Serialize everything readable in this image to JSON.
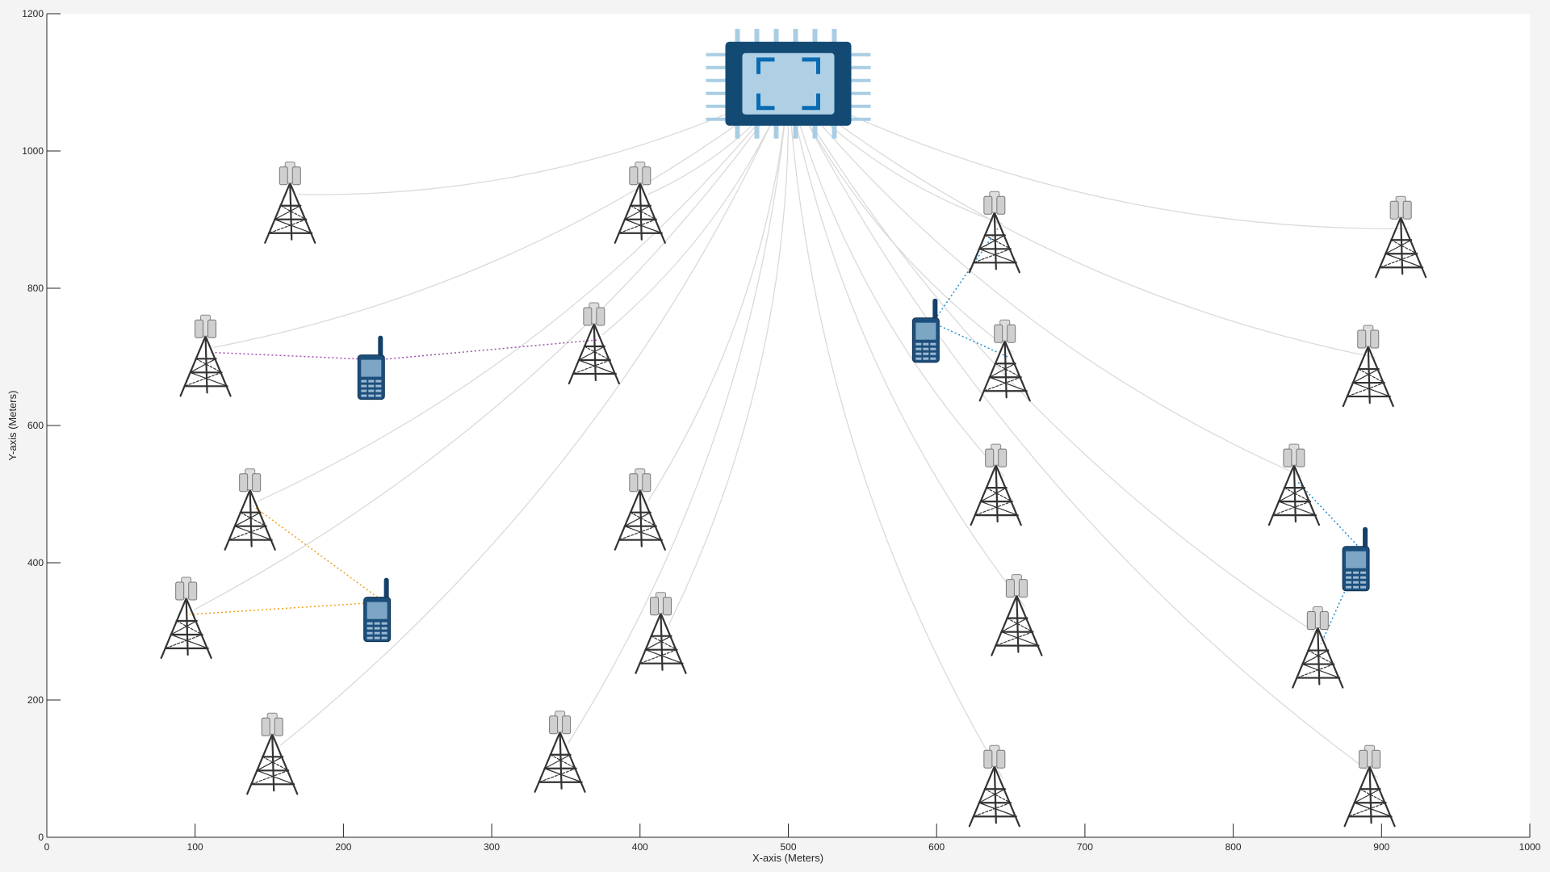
{
  "chart_data": {
    "type": "scatter",
    "title": "",
    "xlabel": "X-axis (Meters)",
    "ylabel": "Y-axis (Meters)",
    "xlim": [
      0,
      1000
    ],
    "ylim": [
      0,
      1200
    ],
    "xticks": [
      "0",
      "100",
      "200",
      "300",
      "400",
      "500",
      "600",
      "700",
      "800",
      "900",
      "1000"
    ],
    "yticks": [
      "0",
      "200",
      "400",
      "600",
      "800",
      "1000",
      "1200"
    ],
    "grid": false,
    "central_unit": {
      "name": "processor-chip",
      "x": 500,
      "y": 1098
    },
    "towers": [
      {
        "x": 164,
        "y": 925
      },
      {
        "x": 400,
        "y": 925
      },
      {
        "x": 639,
        "y": 882
      },
      {
        "x": 913,
        "y": 875
      },
      {
        "x": 107,
        "y": 702
      },
      {
        "x": 369,
        "y": 720
      },
      {
        "x": 646,
        "y": 695
      },
      {
        "x": 891,
        "y": 687
      },
      {
        "x": 137,
        "y": 478
      },
      {
        "x": 400,
        "y": 478
      },
      {
        "x": 640,
        "y": 514
      },
      {
        "x": 841,
        "y": 514
      },
      {
        "x": 94,
        "y": 320
      },
      {
        "x": 414,
        "y": 298
      },
      {
        "x": 654,
        "y": 324
      },
      {
        "x": 857,
        "y": 277
      },
      {
        "x": 152,
        "y": 122
      },
      {
        "x": 346,
        "y": 125
      },
      {
        "x": 639,
        "y": 75
      },
      {
        "x": 892,
        "y": 75
      }
    ],
    "phones": [
      {
        "x": 219,
        "y": 684,
        "links": [
          4,
          5
        ],
        "color": "#a04fb0"
      },
      {
        "x": 223,
        "y": 331,
        "links": [
          8,
          12
        ],
        "color": "#f0a020"
      },
      {
        "x": 593,
        "y": 738,
        "links": [
          2,
          6
        ],
        "color": "#1f8fd0"
      },
      {
        "x": 883,
        "y": 405,
        "links": [
          11,
          15
        ],
        "color": "#1f8fd0"
      }
    ],
    "backhaul_color": "#dadada"
  }
}
